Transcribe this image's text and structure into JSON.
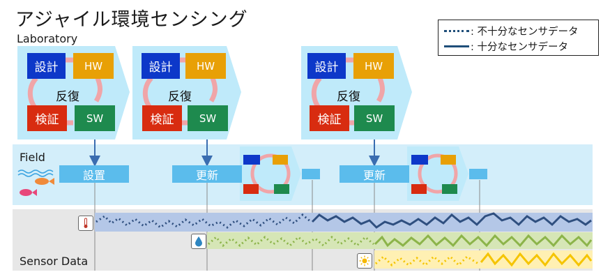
{
  "title": "アジャイル環境センシング",
  "lanes": {
    "laboratory": "Laboratory",
    "field": "Field",
    "sensor_data": "Sensor Data"
  },
  "legend": {
    "insufficient": ": 不十分なセンサデータ",
    "sufficient": ": 十分なセンサデータ"
  },
  "cycle": {
    "design": "設計",
    "hw": "HW",
    "iterate": "反復",
    "verify": "検証",
    "sw": "SW"
  },
  "field_actions": {
    "install": "設置",
    "update1": "更新",
    "update2": "更新"
  },
  "colors": {
    "lab_panel": "#bfeafa",
    "field_band": "#d3eefa",
    "field_bar": "#5bbcec",
    "cycle_arrow": "#f0a5a8",
    "sensor_blue": "#b4c7e7",
    "sensor_green": "#d6e6b6",
    "sensor_yellow": "#fff0b3",
    "line_blue": "#2f4f7f",
    "line_green": "#8cb44a",
    "line_yellow": "#f5c400"
  },
  "icons": [
    "thermometer-icon",
    "water-drop-icon",
    "sun-icon",
    "fish-icon"
  ]
}
